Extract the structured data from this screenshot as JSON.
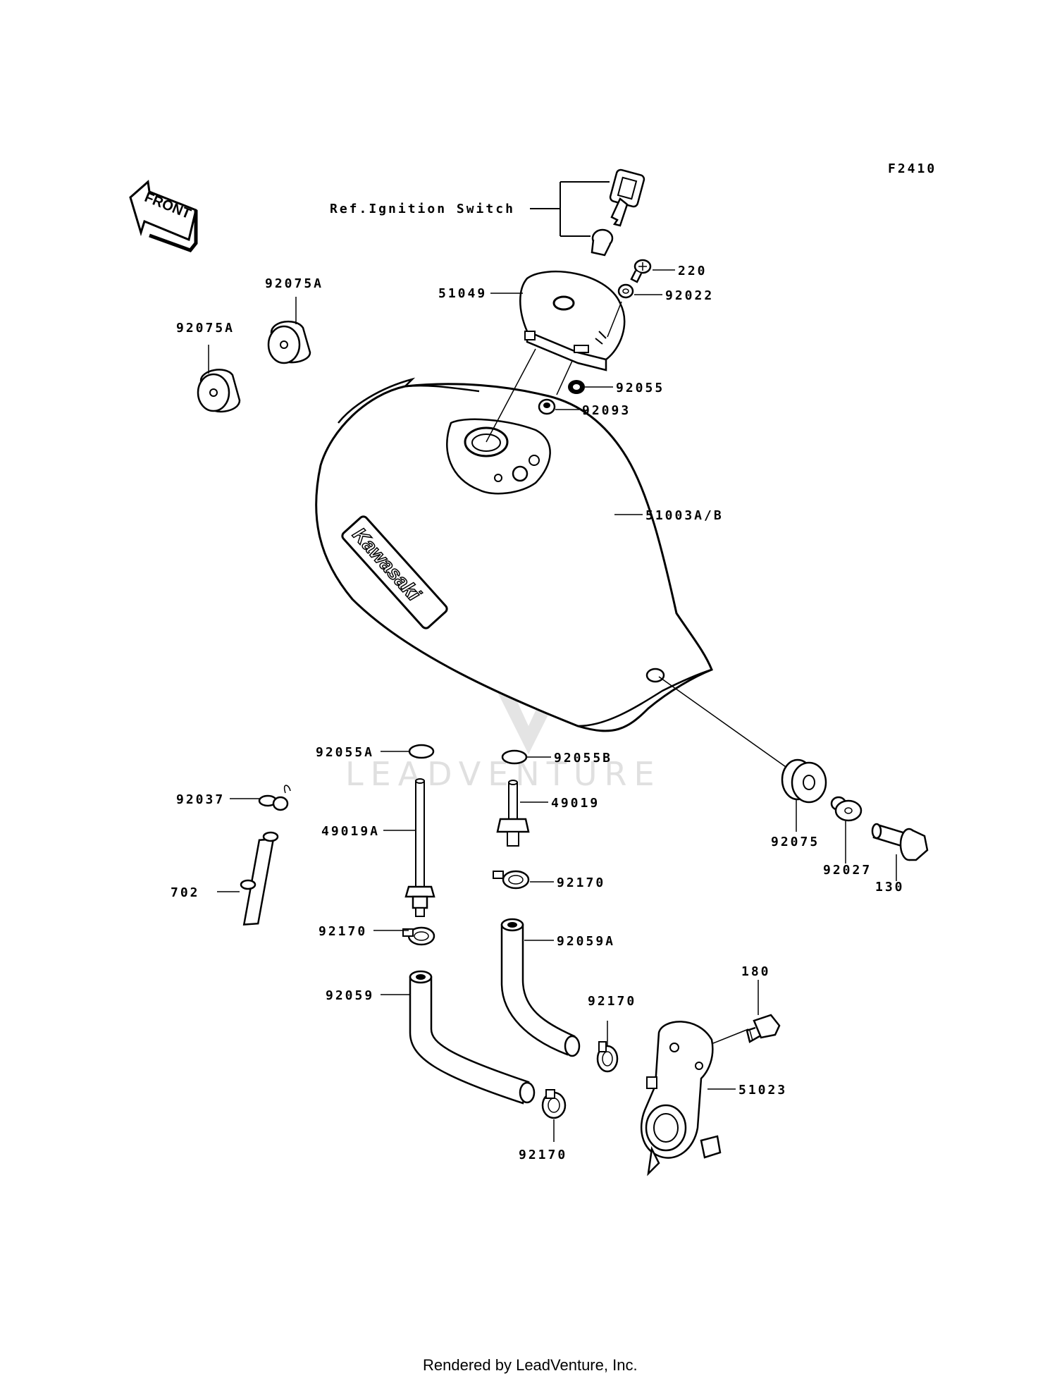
{
  "diagram": {
    "figure_code": "F2410",
    "front_label": "FRONT",
    "brand_logo_text": "Kawasaki",
    "ref_note": "Ref.Ignition Switch",
    "parts": [
      "220",
      "92022",
      "51049",
      "92055",
      "92093",
      "92075A",
      "92075A",
      "51003A/B",
      "92055A",
      "92055B",
      "92037",
      "49019A",
      "49019",
      "702",
      "92170",
      "92170",
      "92059A",
      "92059",
      "92170",
      "92170",
      "180",
      "51023",
      "92075",
      "92027",
      "130"
    ]
  },
  "watermark": {
    "text": "LEADVENTURE"
  },
  "footer": {
    "text": "Rendered by LeadVenture, Inc."
  }
}
